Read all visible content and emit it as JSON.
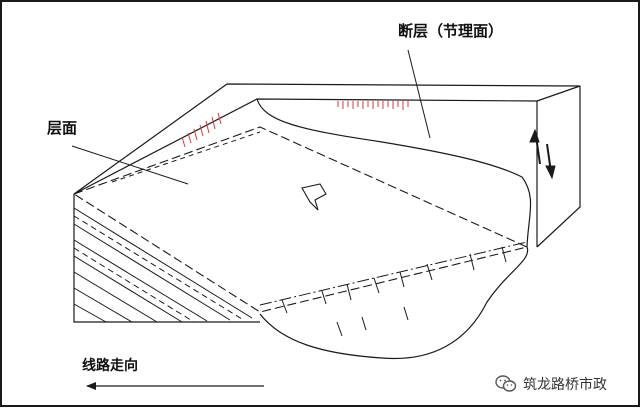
{
  "labels": {
    "fault_plane": "断层（节理面）",
    "bedding_plane": "层面",
    "route_direction": "线路走向"
  },
  "watermark": {
    "text": "筑龙路桥市政",
    "icon": "wechat-icon"
  },
  "colors": {
    "line": "#1a1a1a",
    "hachure": "#d93a3a"
  }
}
